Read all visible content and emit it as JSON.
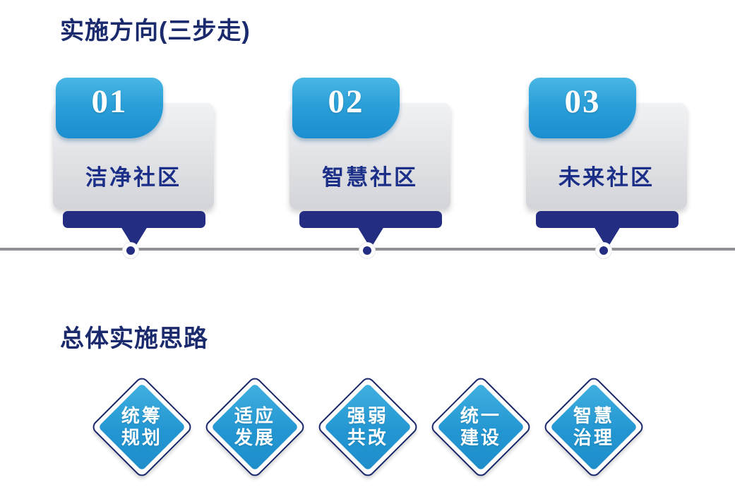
{
  "section1": {
    "title": "实施方向(三步走)",
    "steps": [
      {
        "number": "01",
        "label": "洁净社区"
      },
      {
        "number": "02",
        "label": "智慧社区"
      },
      {
        "number": "03",
        "label": "未来社区"
      }
    ]
  },
  "section2": {
    "title": "总体实施思路",
    "items": [
      {
        "label": "统筹\n规划"
      },
      {
        "label": "适应\n发展"
      },
      {
        "label": "强弱\n共改"
      },
      {
        "label": "统一\n建设"
      },
      {
        "label": "智慧\n治理"
      }
    ]
  },
  "colors": {
    "title_navy": "#1a2a6d",
    "tab_blue": "#2a9fd8",
    "card_gray": "#dcdde1",
    "navy_base": "#232d82",
    "timeline_gray": "#8f9094",
    "diamond_blue": "#2396d2",
    "diamond_outline": "#1b2a6b"
  }
}
